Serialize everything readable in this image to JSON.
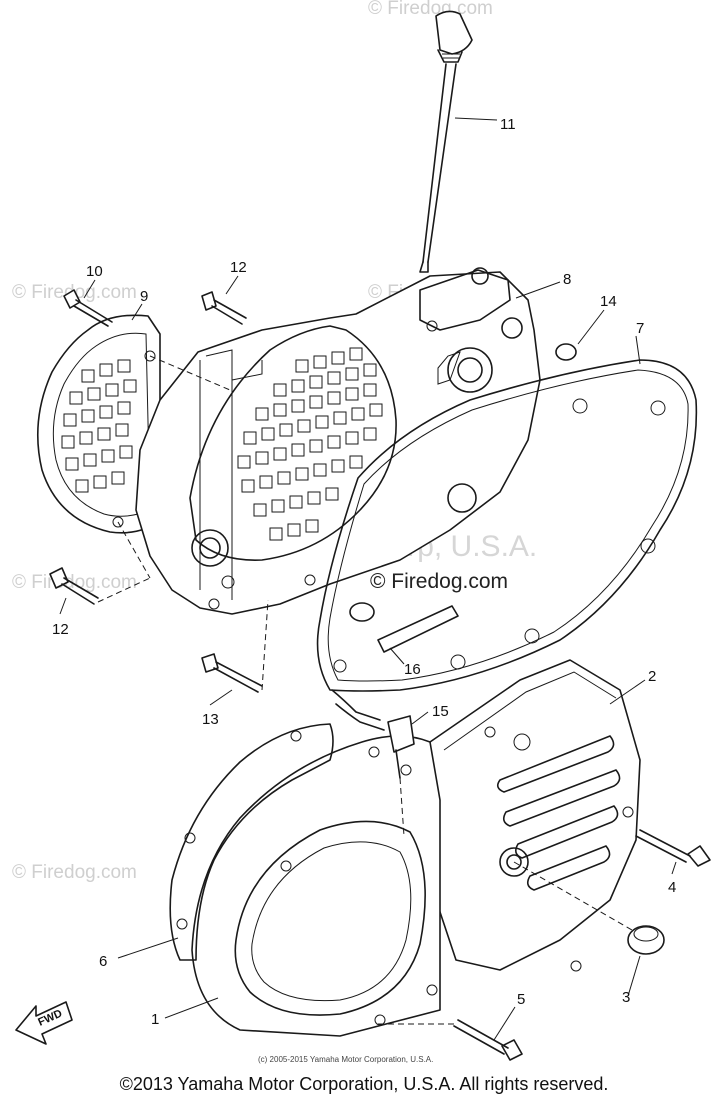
{
  "watermarks": {
    "site": "© Firedog.com",
    "center_mark": "© Firedog.com",
    "owner": "Yamaha Motor Corp, U.S.A."
  },
  "fwd_label": "FWD",
  "small_credit": "(c) 2005-2015 Yamaha Motor Corporation, U.S.A.",
  "footer": "©2013 Yamaha Motor Corporation, U.S.A. All rights reserved.",
  "callouts": [
    {
      "id": "1",
      "text": "1"
    },
    {
      "id": "2",
      "text": "2"
    },
    {
      "id": "3",
      "text": "3"
    },
    {
      "id": "4",
      "text": "4"
    },
    {
      "id": "5",
      "text": "5"
    },
    {
      "id": "6",
      "text": "6"
    },
    {
      "id": "7",
      "text": "7"
    },
    {
      "id": "8",
      "text": "8"
    },
    {
      "id": "9",
      "text": "9"
    },
    {
      "id": "10",
      "text": "10"
    },
    {
      "id": "11",
      "text": "11"
    },
    {
      "id": "12a",
      "text": "12"
    },
    {
      "id": "12b",
      "text": "12"
    },
    {
      "id": "13",
      "text": "13"
    },
    {
      "id": "14",
      "text": "14"
    },
    {
      "id": "15",
      "text": "15"
    },
    {
      "id": "16",
      "text": "16"
    }
  ]
}
